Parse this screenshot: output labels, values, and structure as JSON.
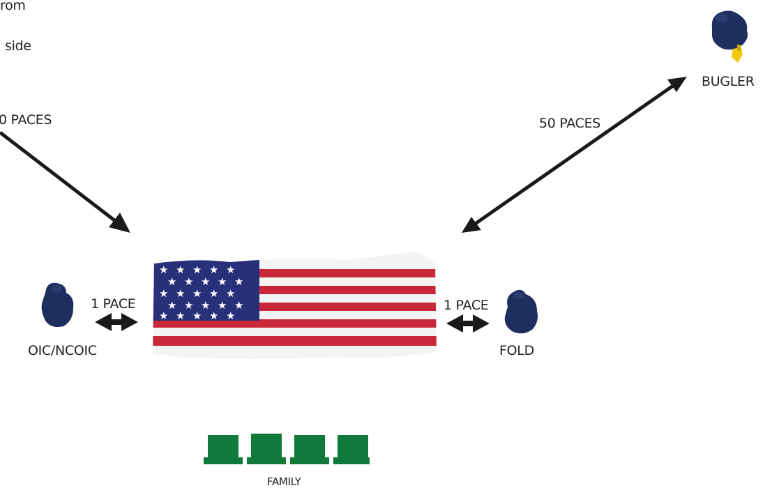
{
  "colors": {
    "uniform": "#1e2e5e",
    "bugle": "#f2c80f",
    "chair": "#0f7a3a",
    "arrow": "#1a1a1a",
    "flag_red": "#c8283a",
    "flag_white": "#f4f4f4",
    "flag_blue": "#28307a"
  },
  "top_text": {
    "line1": "rom",
    "line2": "side"
  },
  "labels": {
    "left_distance": "0 PACES",
    "right_distance": "50 PACES",
    "bugler": "BUGLER",
    "oic": "OIC/NCOIC",
    "fold": "FOLD",
    "left_pace": "1 PACE",
    "right_pace": "1 PACE",
    "family": "FAMILY"
  },
  "icons": {
    "bugler": "bugler-figure-icon",
    "oic": "oic-figure-icon",
    "fold": "fold-figure-icon",
    "flag": "flag-draped-casket-icon",
    "chairs": "family-chair-icon"
  },
  "family_chair_count": 4
}
